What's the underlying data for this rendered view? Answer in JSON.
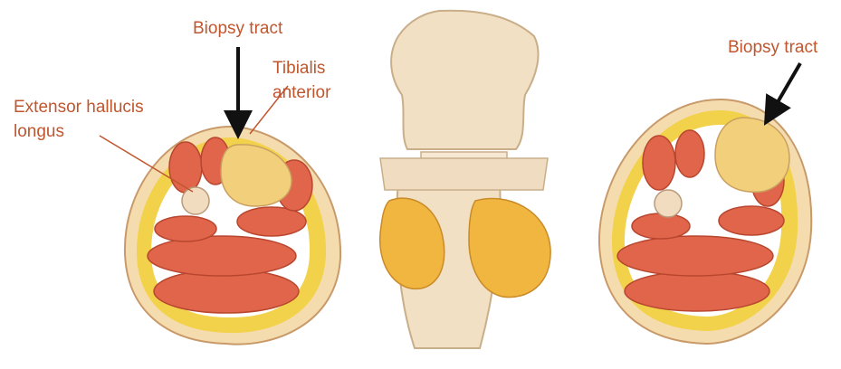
{
  "labels": {
    "biopsy_tract_left": "Biopsy tract",
    "tibialis": "Tibialis",
    "anterior": "anterior",
    "extensor": "Extensor hallucis",
    "longus": "longus",
    "biopsy_tract_right": "Biopsy tract"
  },
  "colors": {
    "label_text": "#c0562e",
    "fat_layer": "#f3d24a",
    "muscle": "#e0654a",
    "bone": "#f2dcc0",
    "tumor": "#f2cf7a"
  }
}
